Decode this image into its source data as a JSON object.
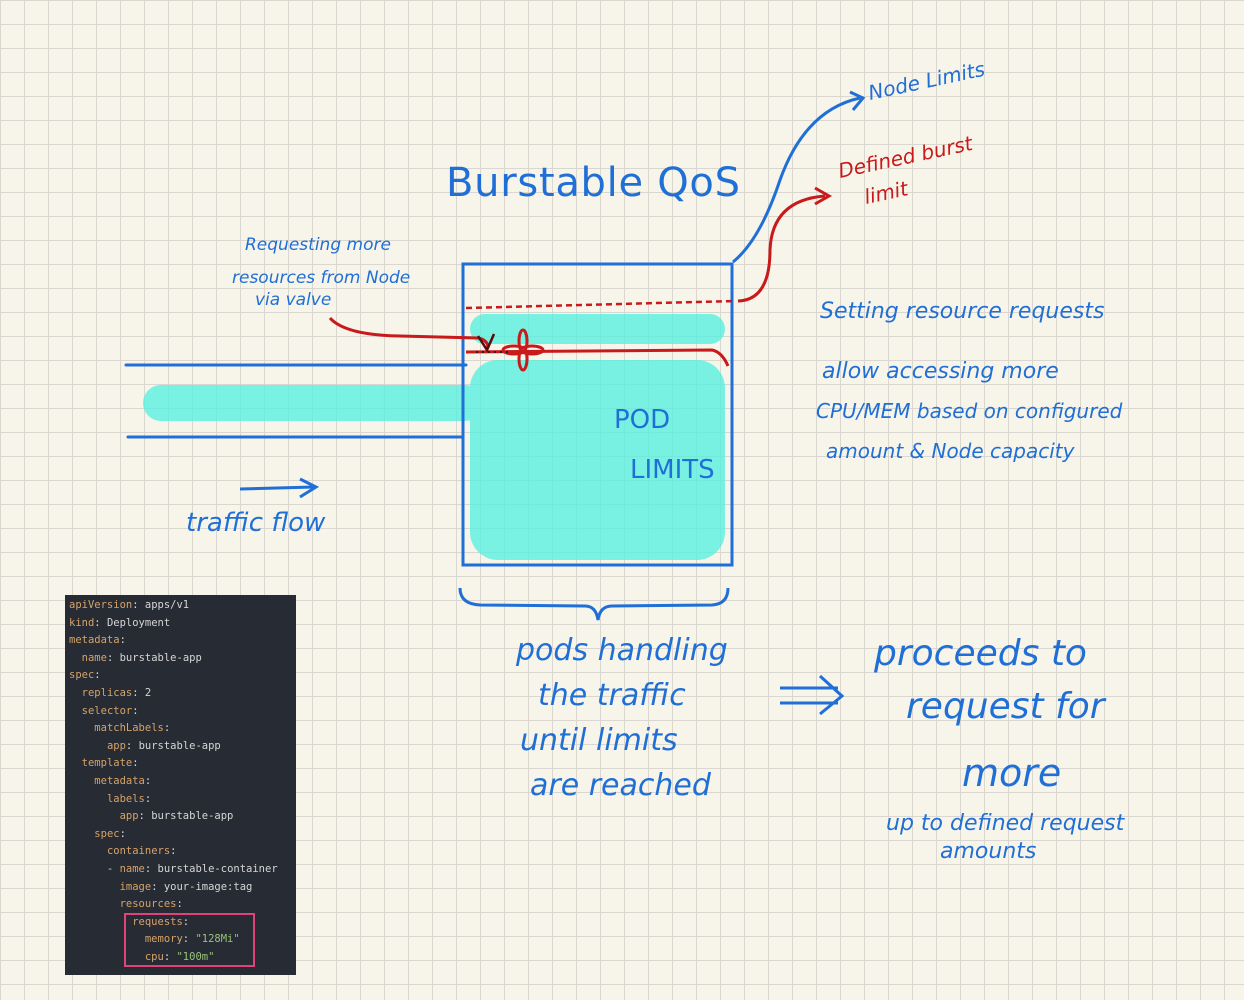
{
  "title": "Burstable QoS",
  "labels": {
    "node_limits": "Node Limits",
    "defined_burst_limit_line1": "Defined burst",
    "defined_burst_limit_line2": "limit",
    "requesting_line1": "Requesting more",
    "requesting_line2": "resources from Node",
    "requesting_line3": "via valve",
    "pod_limits_line1": "POD",
    "pod_limits_line2": "LIMITS",
    "traffic_flow": "traffic flow",
    "pods_handling_line1": "pods handling",
    "pods_handling_line2": "the traffic",
    "pods_handling_line3": "until limits",
    "pods_handling_line4": "are reached",
    "arrow_symbol": "⟹",
    "proceeds_line1": "proceeds to",
    "proceeds_line2": "request for",
    "proceeds_line3": "more",
    "proceeds_line4": "up to defined request",
    "proceeds_line5": "amounts",
    "setting_line1": "Setting resource requests",
    "setting_line2": "allow accessing more",
    "setting_line3": "CPU/MEM based on configured",
    "setting_line4": "amount & Node capacity"
  },
  "colors": {
    "ink_blue": "#1f6fd6",
    "ink_red": "#c81a1a",
    "fill_cyan": "#4ff0e0",
    "code_bg": "#272b33",
    "highlight": "#e0437a"
  },
  "code": [
    {
      "key": "apiVersion",
      "sep": ": ",
      "val": "apps/v1",
      "indent": ""
    },
    {
      "key": "kind",
      "sep": ": ",
      "val": "Deployment",
      "indent": ""
    },
    {
      "key": "metadata",
      "sep": ":",
      "val": "",
      "indent": ""
    },
    {
      "key": "name",
      "sep": ": ",
      "val": "burstable-app",
      "indent": "  "
    },
    {
      "key": "spec",
      "sep": ":",
      "val": "",
      "indent": ""
    },
    {
      "key": "replicas",
      "sep": ": ",
      "val": "2",
      "indent": "  "
    },
    {
      "key": "selector",
      "sep": ":",
      "val": "",
      "indent": "  "
    },
    {
      "key": "matchLabels",
      "sep": ":",
      "val": "",
      "indent": "    "
    },
    {
      "key": "app",
      "sep": ": ",
      "val": "burstable-app",
      "indent": "      "
    },
    {
      "key": "template",
      "sep": ":",
      "val": "",
      "indent": "  "
    },
    {
      "key": "metadata",
      "sep": ":",
      "val": "",
      "indent": "    "
    },
    {
      "key": "labels",
      "sep": ":",
      "val": "",
      "indent": "      "
    },
    {
      "key": "app",
      "sep": ": ",
      "val": "burstable-app",
      "indent": "        "
    },
    {
      "key": "spec",
      "sep": ":",
      "val": "",
      "indent": "    "
    },
    {
      "key": "containers",
      "sep": ":",
      "val": "",
      "indent": "      "
    },
    {
      "key": "name",
      "sep": ": ",
      "val": "burstable-container",
      "indent": "      - "
    },
    {
      "key": "image",
      "sep": ": ",
      "val": "your-image:tag",
      "indent": "        "
    },
    {
      "key": "resources",
      "sep": ":",
      "val": "",
      "indent": "        "
    },
    {
      "key": "requests",
      "sep": ":",
      "val": "",
      "indent": "          "
    },
    {
      "key": "memory",
      "sep": ": ",
      "val": "\"128Mi\"",
      "indent": "            ",
      "str": true
    },
    {
      "key": "cpu",
      "sep": ": ",
      "val": "\"100m\"",
      "indent": "            ",
      "str": true
    }
  ]
}
